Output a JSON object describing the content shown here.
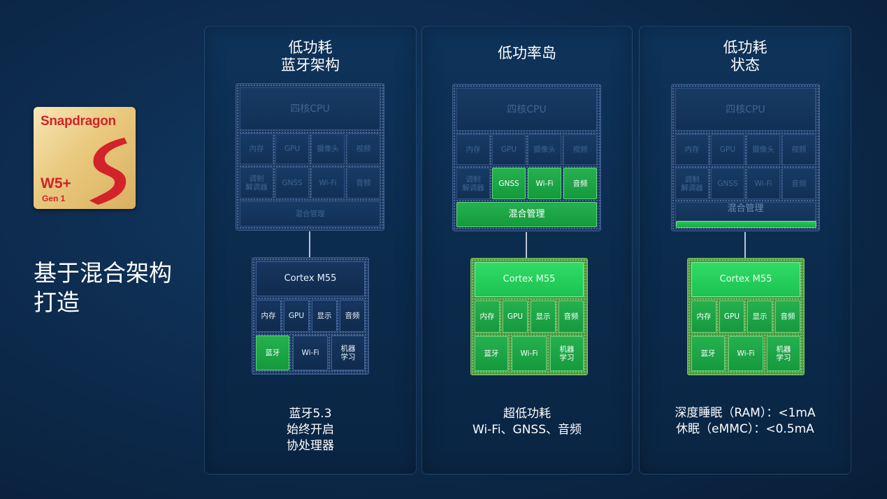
{
  "logo": {
    "brand": "Snapdragon",
    "model": "W5+",
    "gen": "Gen 1",
    "accent": "#d2232a"
  },
  "main_title": "基于混合架构\n打造",
  "panels": [
    {
      "title": "低功耗\n蓝牙架构",
      "footer": "蓝牙5.3\n始终开启\n协处理器"
    },
    {
      "title": "低功率岛",
      "footer": "超低功耗\nWi-Fi、GNSS、音频"
    },
    {
      "title": "低功耗\n状态",
      "footer": "深度睡眠（RAM）：<1mA\n休眠（eMMC）：<0.5mA"
    }
  ],
  "blocks": {
    "cpu": "四核CPU",
    "memory": "内存",
    "gpu": "GPU",
    "camera": "摄像头",
    "video": "视频",
    "modem": "调制\n解调器",
    "gnss": "GNSS",
    "wifi": "Wi-Fi",
    "audio": "音频",
    "hybrid": "混合管理",
    "cortex": "Cortex M55",
    "display": "显示",
    "bluetooth": "蓝牙",
    "ml": "机器\n学习"
  },
  "colors": {
    "active_green": "#1cc252",
    "inactive_blue": "#173a64",
    "background": "#0d2c4f"
  }
}
